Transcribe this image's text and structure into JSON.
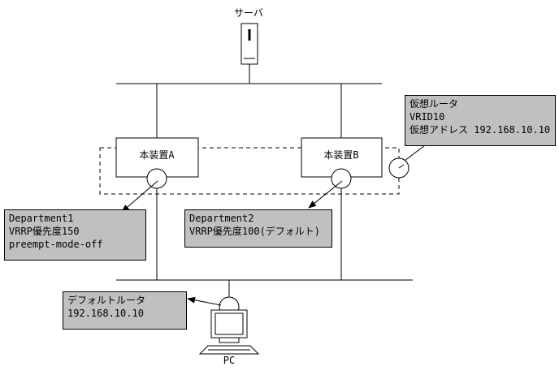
{
  "server": {
    "label": "サーバ"
  },
  "device_a": {
    "label": "本装置A"
  },
  "device_b": {
    "label": "本装置B"
  },
  "virtual_router": {
    "lines": [
      "仮想ルータ",
      "VRID10",
      "仮想アドレス 192.168.10.10"
    ]
  },
  "dept1": {
    "lines": [
      "Department1",
      "VRRP優先度150",
      "preempt-mode-off"
    ]
  },
  "dept2": {
    "lines": [
      "Department2",
      "VRRP優先度100(デフォルト)"
    ]
  },
  "default_router": {
    "lines": [
      "デフォルトルータ",
      "192.168.10.10"
    ]
  },
  "pc": {
    "label": "PC"
  }
}
